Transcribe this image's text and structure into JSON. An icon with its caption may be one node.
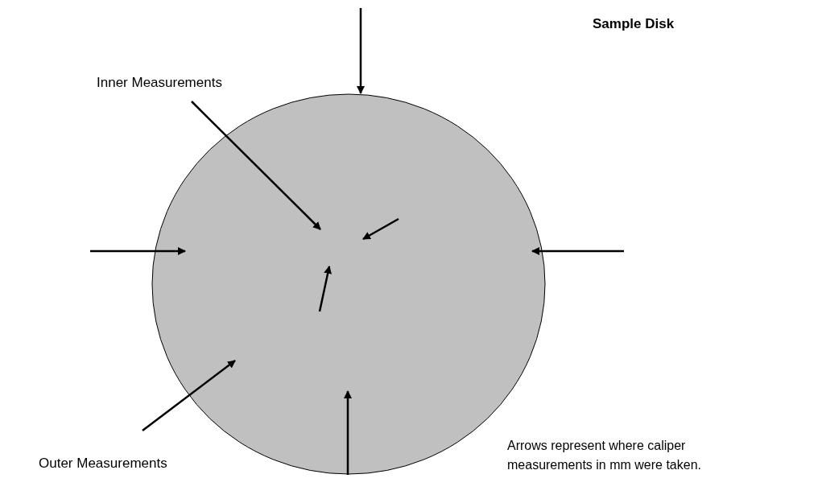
{
  "diagram": {
    "title": "Sample Disk",
    "nodes": [
      {
        "text": [],
        "shape": "circle"
      },
      {
        "text": [
          "Inner Measurements"
        ]
      },
      {
        "text": [
          "Outer Measurements"
        ]
      }
    ],
    "edges": [
      {
        "from": 1,
        "to": 0,
        "arrow": "to"
      },
      {
        "from": 2,
        "to": 0,
        "arrow": "to"
      },
      {
        "from": null,
        "to": 0,
        "arrow": "to"
      },
      {
        "from": null,
        "to": 0,
        "arrow": "to"
      },
      {
        "from": null,
        "to": 0,
        "arrow": "to"
      },
      {
        "from": null,
        "to": 0,
        "arrow": "to"
      },
      {
        "from": null,
        "to": 0,
        "arrow": "to"
      },
      {
        "from": null,
        "to": 0,
        "arrow": "to"
      }
    ],
    "labels": [
      "Arrows represent where caliper measurements in mm were taken."
    ]
  }
}
